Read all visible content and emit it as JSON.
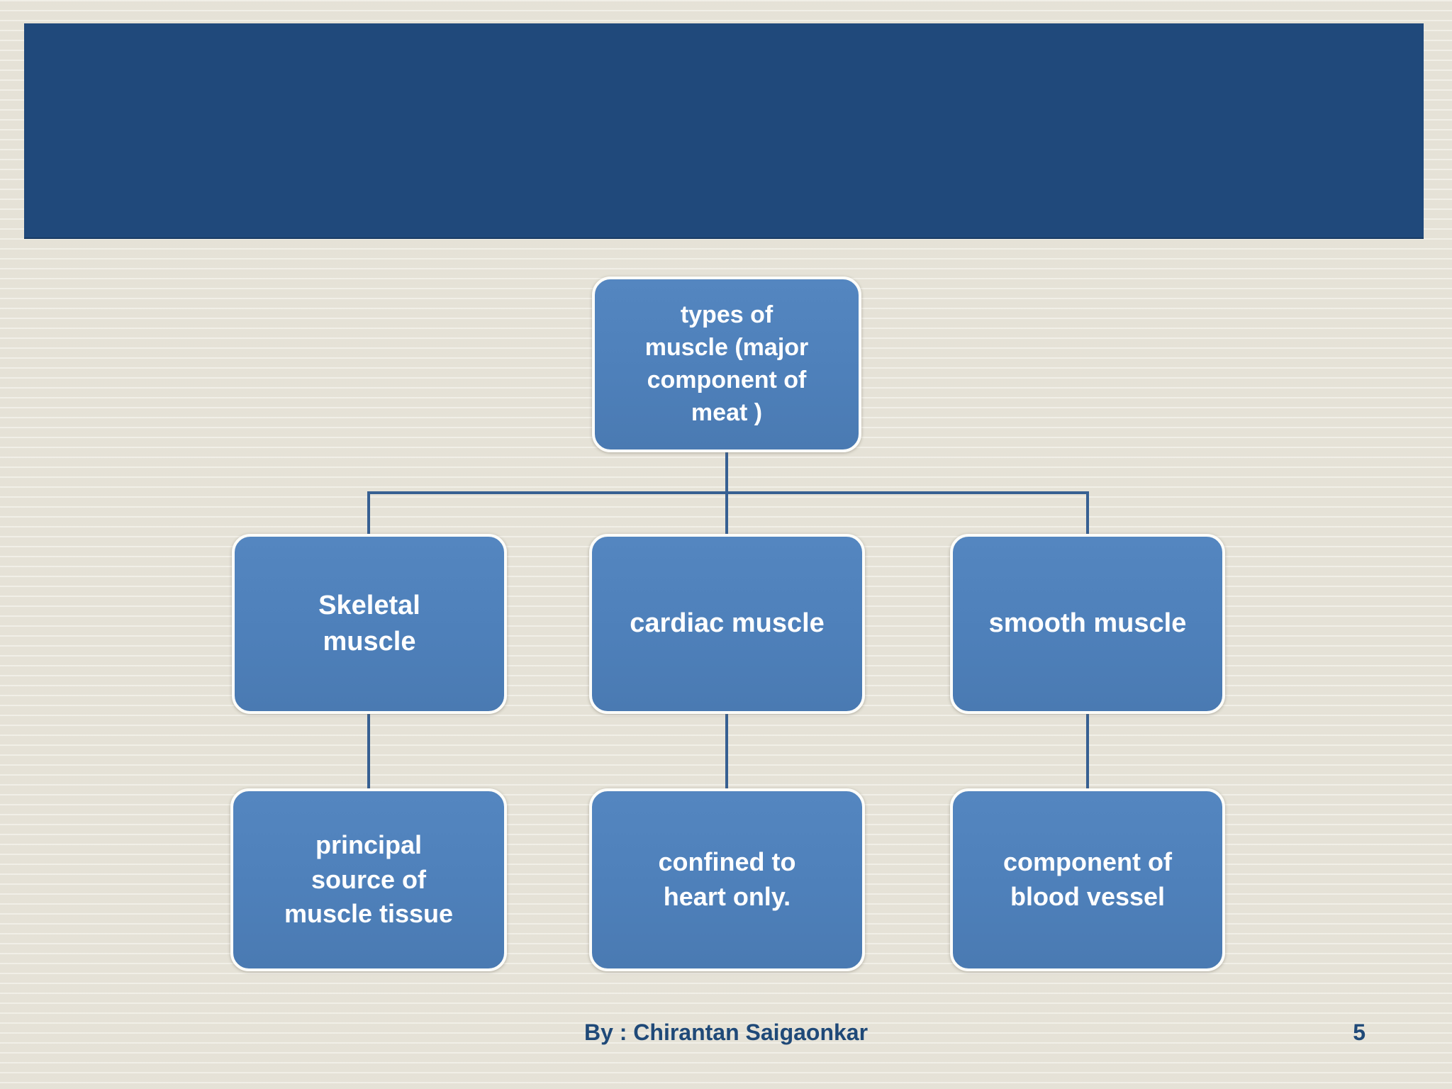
{
  "slide": {
    "footer": {
      "author": "By : Chirantan Saigaonkar",
      "page_number": "5"
    }
  },
  "diagram": {
    "type": "hierarchy",
    "title_node": "types of\nmuscle (major\ncomponent of\nmeat )",
    "branches": [
      {
        "type": "Skeletal\nmuscle",
        "description": "principal\nsource of\nmuscle tissue"
      },
      {
        "type": "cardiac muscle",
        "description": "confined to\nheart only."
      },
      {
        "type": "smooth muscle",
        "description": "component of\nblood vessel"
      }
    ]
  },
  "colors": {
    "header_bar": "#20497b",
    "node_fill": "#4e80ba",
    "node_border": "#fdfdfa",
    "connector": "#376092",
    "background": "#e9e6da",
    "footer_text": "#1f4978"
  }
}
